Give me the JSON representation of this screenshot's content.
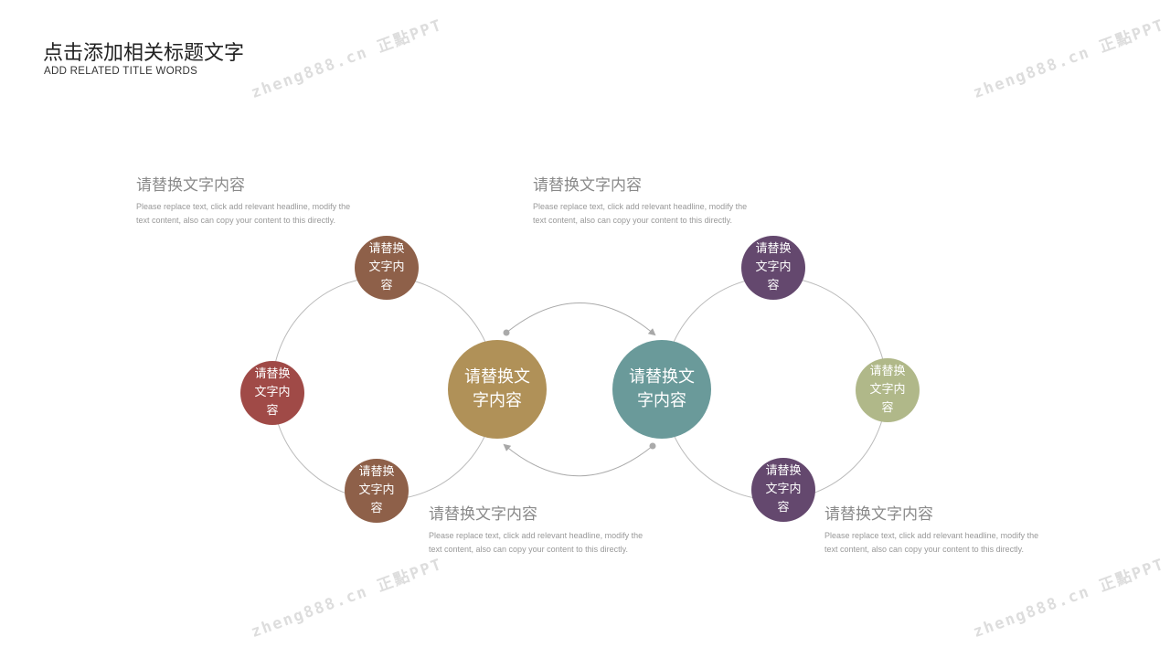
{
  "header": {
    "title": "点击添加相关标题文字",
    "subtitle": "ADD RELATED TITLE WORDS"
  },
  "watermark": "zheng888.cn 正點PPT",
  "nodes": {
    "left_top": "请替换文字内容",
    "left_left": "请替换文字内容",
    "left_bottom": "请替换文字内容",
    "center_left": "请替换文字内容",
    "center_right": "请替换文字内容",
    "right_top": "请替换文字内容",
    "right_right": "请替换文字内容",
    "right_bottom": "请替换文字内容"
  },
  "text_blocks": [
    {
      "heading": "请替换文字内容",
      "body": "Please replace text, click add relevant headline, modify the text content, also can copy your content to this directly."
    },
    {
      "heading": "请替换文字内容",
      "body": "Please replace text, click add relevant headline, modify the text content, also can copy your content to this directly."
    },
    {
      "heading": "请替换文字内容",
      "body": "Please replace text, click add relevant headline, modify the text content, also can copy your content to this directly."
    },
    {
      "heading": "请替换文字内容",
      "body": "Please replace text, click add relevant headline, modify the text content, also can copy your content to this directly."
    }
  ],
  "colors": {
    "brown": "#8E6049",
    "red": "#A04A47",
    "gold": "#B09158",
    "teal": "#6A9A9A",
    "purple": "#64486E",
    "olive": "#B0B889"
  }
}
